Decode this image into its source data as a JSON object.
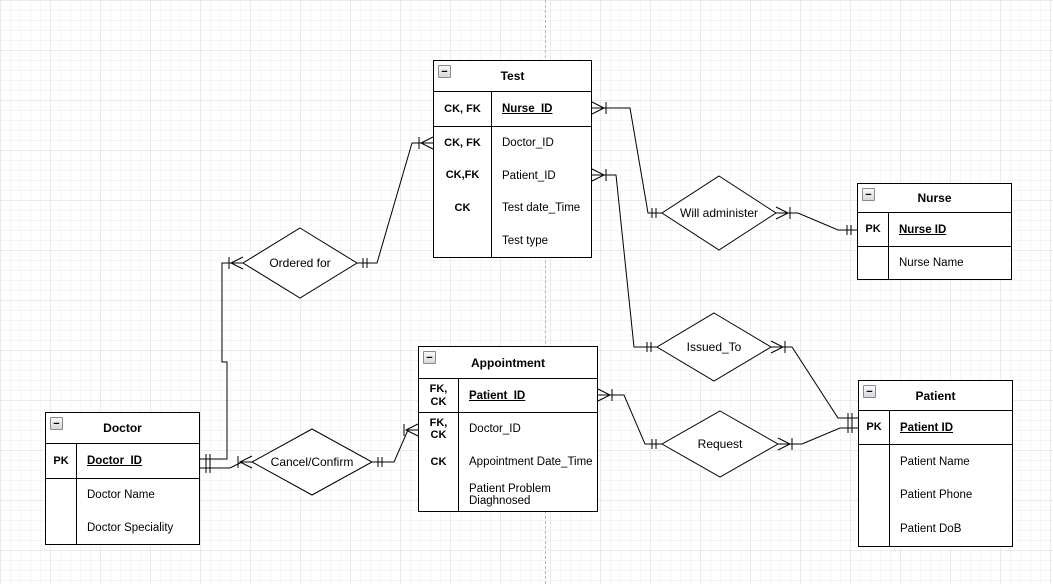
{
  "diagram": {
    "icons": {
      "collapse": "−"
    },
    "entities": {
      "test": {
        "title": "Test",
        "rows": [
          {
            "key": "CK, FK",
            "name": "Nurse_ID"
          },
          {
            "key": "CK, FK",
            "name": "Doctor_ID"
          },
          {
            "key": "CK,FK",
            "name": "Patient_ID"
          },
          {
            "key": "CK",
            "name": "Test date_Time"
          },
          {
            "key": "",
            "name": "Test type"
          }
        ]
      },
      "nurse": {
        "title": "Nurse",
        "rows": [
          {
            "key": "PK",
            "name": "Nurse ID"
          },
          {
            "key": "",
            "name": "Nurse Name"
          }
        ]
      },
      "doctor": {
        "title": "Doctor",
        "rows": [
          {
            "key": "PK",
            "name": "Doctor_ID"
          },
          {
            "key": "",
            "name": "Doctor Name"
          },
          {
            "key": "",
            "name": "Doctor Speciality"
          }
        ]
      },
      "appointment": {
        "title": "Appointment",
        "rows": [
          {
            "key": "FK,\nCK",
            "name": "Patient_ID"
          },
          {
            "key": "FK,\nCK",
            "name": "Doctor_ID"
          },
          {
            "key": "CK",
            "name": "Appointment Date_Time"
          },
          {
            "key": "",
            "name": "Patient Problem Diaghnosed"
          }
        ]
      },
      "patient": {
        "title": "Patient",
        "rows": [
          {
            "key": "PK",
            "name": "Patient ID"
          },
          {
            "key": "",
            "name": "Patient Name"
          },
          {
            "key": "",
            "name": "Patient Phone"
          },
          {
            "key": "",
            "name": "Patient DoB"
          }
        ]
      }
    },
    "relationships": {
      "ordered_for": {
        "label": "Ordered for"
      },
      "will_administer": {
        "label": "Will administer"
      },
      "issued_to": {
        "label": "Issued_To"
      },
      "cancel_confirm": {
        "label": "Cancel/Confirm"
      },
      "request": {
        "label": "Request"
      }
    }
  }
}
